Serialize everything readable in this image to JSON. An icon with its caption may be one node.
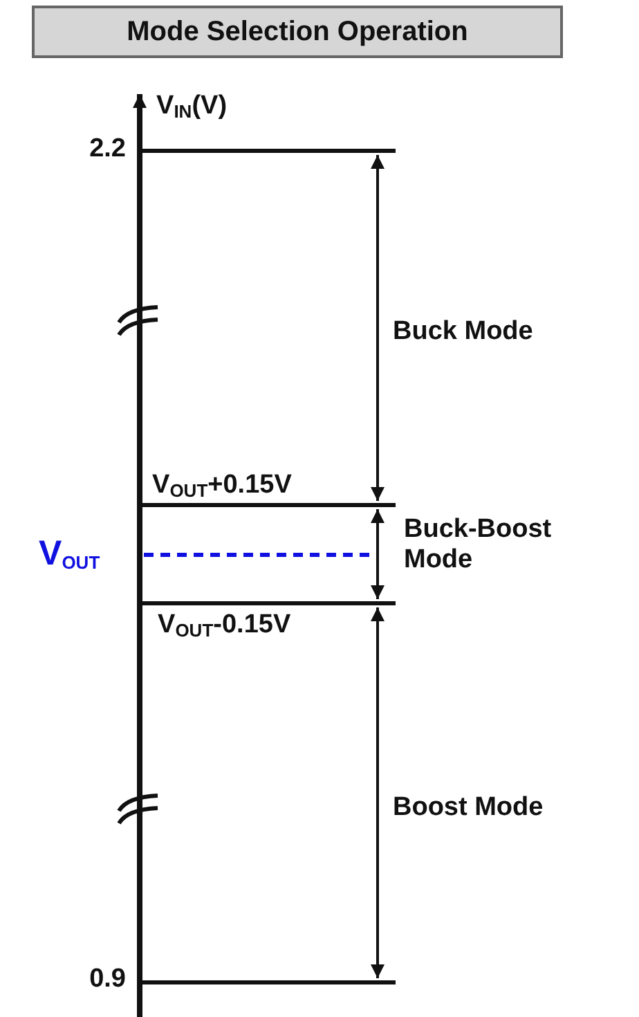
{
  "diagram": {
    "title": "Mode Selection Operation",
    "labels": [
      "V$_{IN}$(V)",
      "2.2",
      "Buck Mode",
      "V$_{OUT}$+0.15V",
      "V$_{OUT}$",
      "Buck-Boost Mode",
      "V$_{OUT}$-0.15V",
      "Boost Mode",
      "0.9"
    ]
  }
}
